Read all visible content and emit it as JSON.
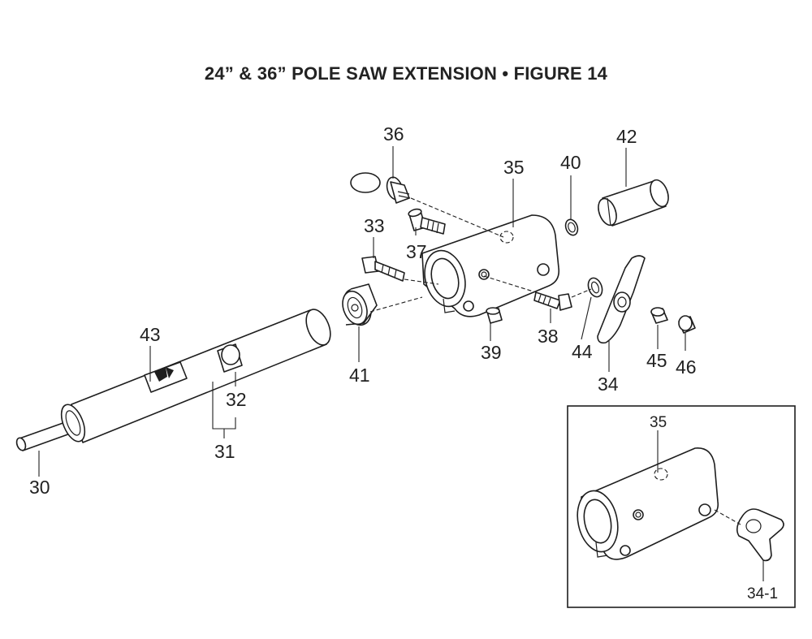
{
  "figure": {
    "title": "24” & 36” POLE SAW EXTENSION  •  FIGURE 14"
  },
  "callouts": {
    "p30": "30",
    "p31": "31",
    "p32": "32",
    "p33": "33",
    "p34": "34",
    "p35": "35",
    "p36": "36",
    "p37": "37",
    "p38": "38",
    "p39": "39",
    "p40": "40",
    "p41": "41",
    "p42": "42",
    "p43": "43",
    "p44": "44",
    "p45": "45",
    "p46": "46"
  },
  "inset": {
    "p35": "35",
    "p34_1": "34-1"
  }
}
